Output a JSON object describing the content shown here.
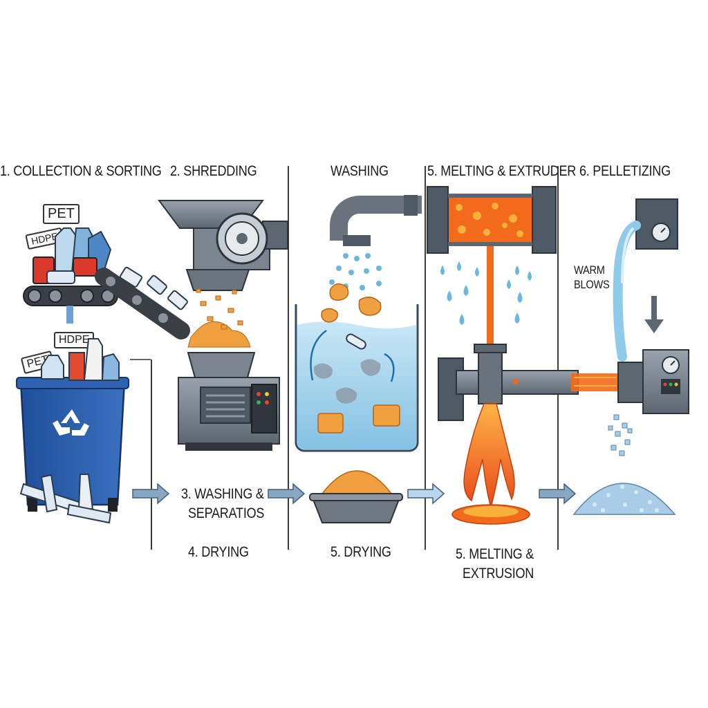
{
  "labels": {
    "step1_top": "1. COLLECTION & SORTING",
    "step2_top": "2. SHREDDING",
    "washing_top": "WASHING",
    "step5_top": "5. MELTING & EXTRUDER",
    "step6_top": "6. PELLETIZING",
    "washing_sep_line1": "3. WASHING &",
    "washing_sep_line2": "SEPARATIOS",
    "drying4": "4. DRYING",
    "drying5": "5. DRYING",
    "melting_bottom_line1": "5. MELTING &",
    "melting_bottom_line2": "EXTRUSION",
    "warm_line1": "WARM",
    "warm_line2": "BLOWS"
  },
  "tags": {
    "pet_top": "PET",
    "hdpe_top": "HDPE",
    "hdpe_bin": "HDPE",
    "pet_bin": "PET"
  },
  "colors": {
    "bin_blue": "#2a5fae",
    "metal_gray": "#7c858f",
    "dark_steel": "#4e5966",
    "water_blue": "#8fcbe8",
    "flake_orange": "#f0a040",
    "molten_orange": "#f26a1b",
    "pellet_blue": "#a9cde6",
    "arrow_blue": "#8aa7c2"
  }
}
